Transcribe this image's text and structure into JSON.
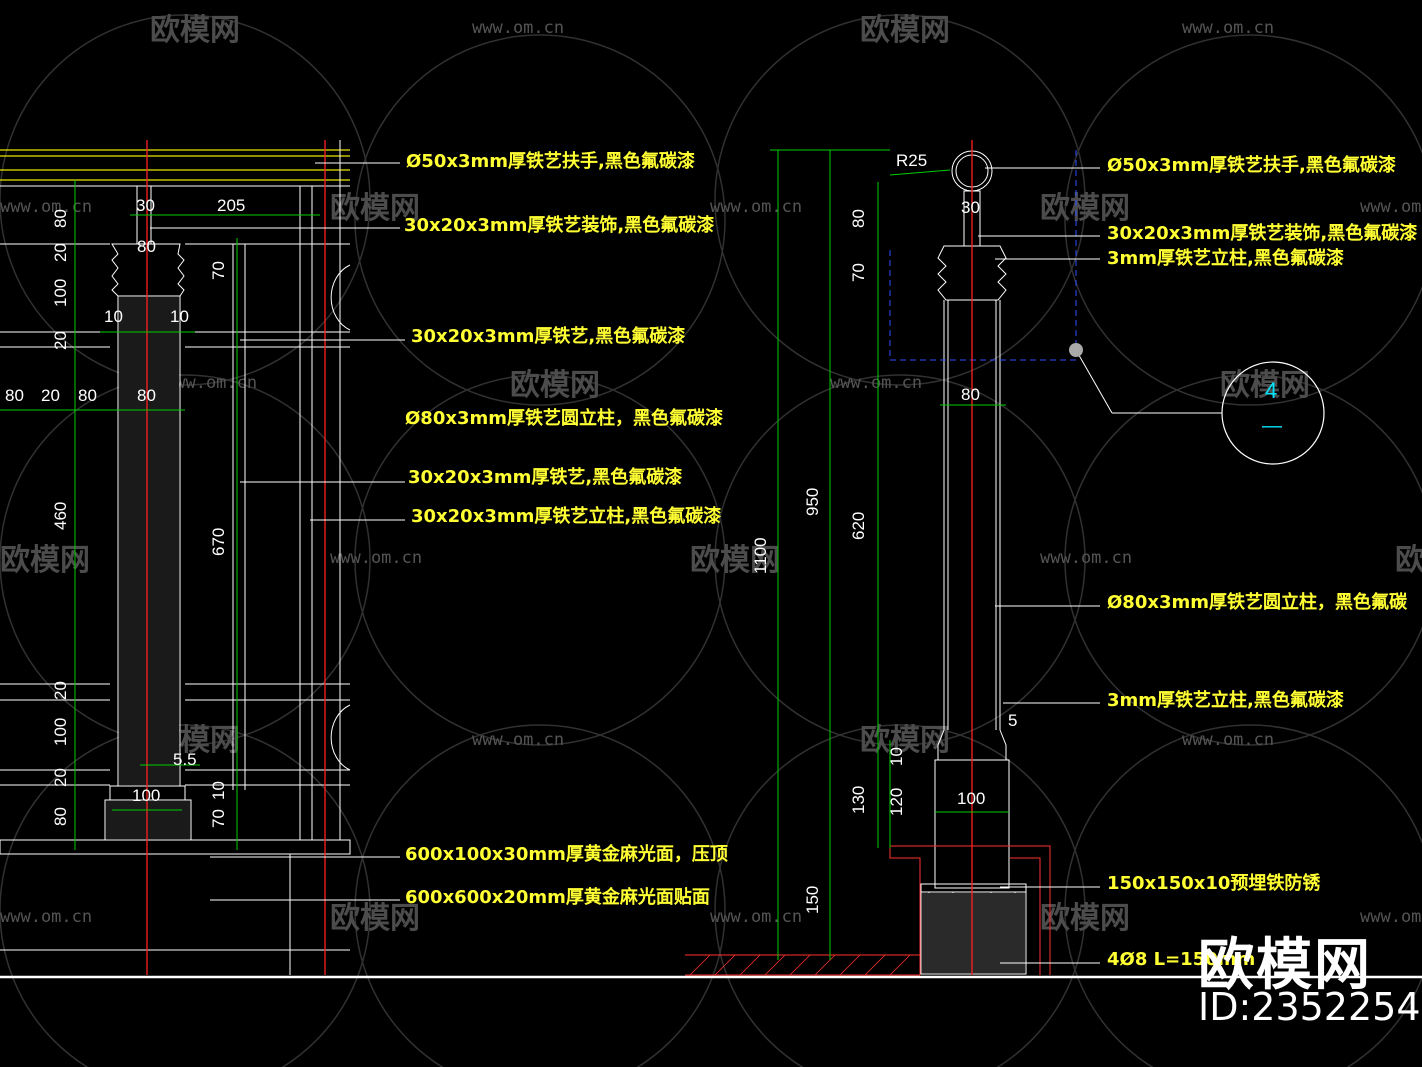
{
  "notes_left": [
    {
      "text": "Ø50x3mm厚铁艺扶手,黑色氟碳漆"
    },
    {
      "text": "30x20x3mm厚铁艺装饰,黑色氟碳漆"
    },
    {
      "text": "30x20x3mm厚铁艺,黑色氟碳漆"
    },
    {
      "text": "Ø80x3mm厚铁艺圆立柱，黑色氟碳漆"
    },
    {
      "text": "30x20x3mm厚铁艺,黑色氟碳漆"
    },
    {
      "text": "30x20x3mm厚铁艺立柱,黑色氟碳漆"
    },
    {
      "text": "600x100x30mm厚黄金麻光面，压顶"
    },
    {
      "text": "600x600x20mm厚黄金麻光面贴面"
    }
  ],
  "notes_right": [
    {
      "text": "Ø50x3mm厚铁艺扶手,黑色氟碳漆"
    },
    {
      "text": "30x20x3mm厚铁艺装饰,黑色氟碳漆"
    },
    {
      "text": "3mm厚铁艺立柱,黑色氟碳漆"
    },
    {
      "text": "Ø80x3mm厚铁艺圆立柱，黑色氟碳"
    },
    {
      "text": "3mm厚铁艺立柱,黑色氟碳漆"
    },
    {
      "text": "150x150x10预埋铁防锈"
    },
    {
      "text": "4Ø8 L=150mm"
    }
  ],
  "dims_left": {
    "d30": "30",
    "d205": "205",
    "d80_top": "80",
    "d80_v1": "80",
    "d20_v1": "20",
    "d100_v1": "100",
    "d70_v1": "70",
    "d10_a": "10",
    "d10_b": "10",
    "d20_v2": "20",
    "d80_h1": "80",
    "d20_h1": "20",
    "d80_h2": "80",
    "d80_h3": "80",
    "d460": "460",
    "d670": "670",
    "d20_v3": "20",
    "d100_v2": "100",
    "d20_v4": "20",
    "d80_v2": "80",
    "d5_5": "5.5",
    "d100_b": "100",
    "d10_c": "10",
    "d70_v2": "70"
  },
  "dims_right": {
    "r25": "R25",
    "d30": "30",
    "d80_v": "80",
    "d70_v": "70",
    "d80_h": "80",
    "d950": "950",
    "d1100": "1100",
    "d620": "620",
    "d5": "5",
    "d10": "10",
    "d130": "130",
    "d120": "120",
    "d100": "100",
    "d150": "150"
  },
  "section_marker": {
    "number": "4",
    "sub": "—"
  },
  "watermark": {
    "logo": "欧模网",
    "url": "www.om.cn"
  },
  "brand": {
    "logo": "欧模网",
    "id": "ID:2352254"
  },
  "colors": {
    "background": "#000000",
    "note": "#ffff33",
    "dimension_line": "#00cc00",
    "centerline": "#ff2020",
    "outline": "#ffffff",
    "hatch": "#ff3030"
  }
}
